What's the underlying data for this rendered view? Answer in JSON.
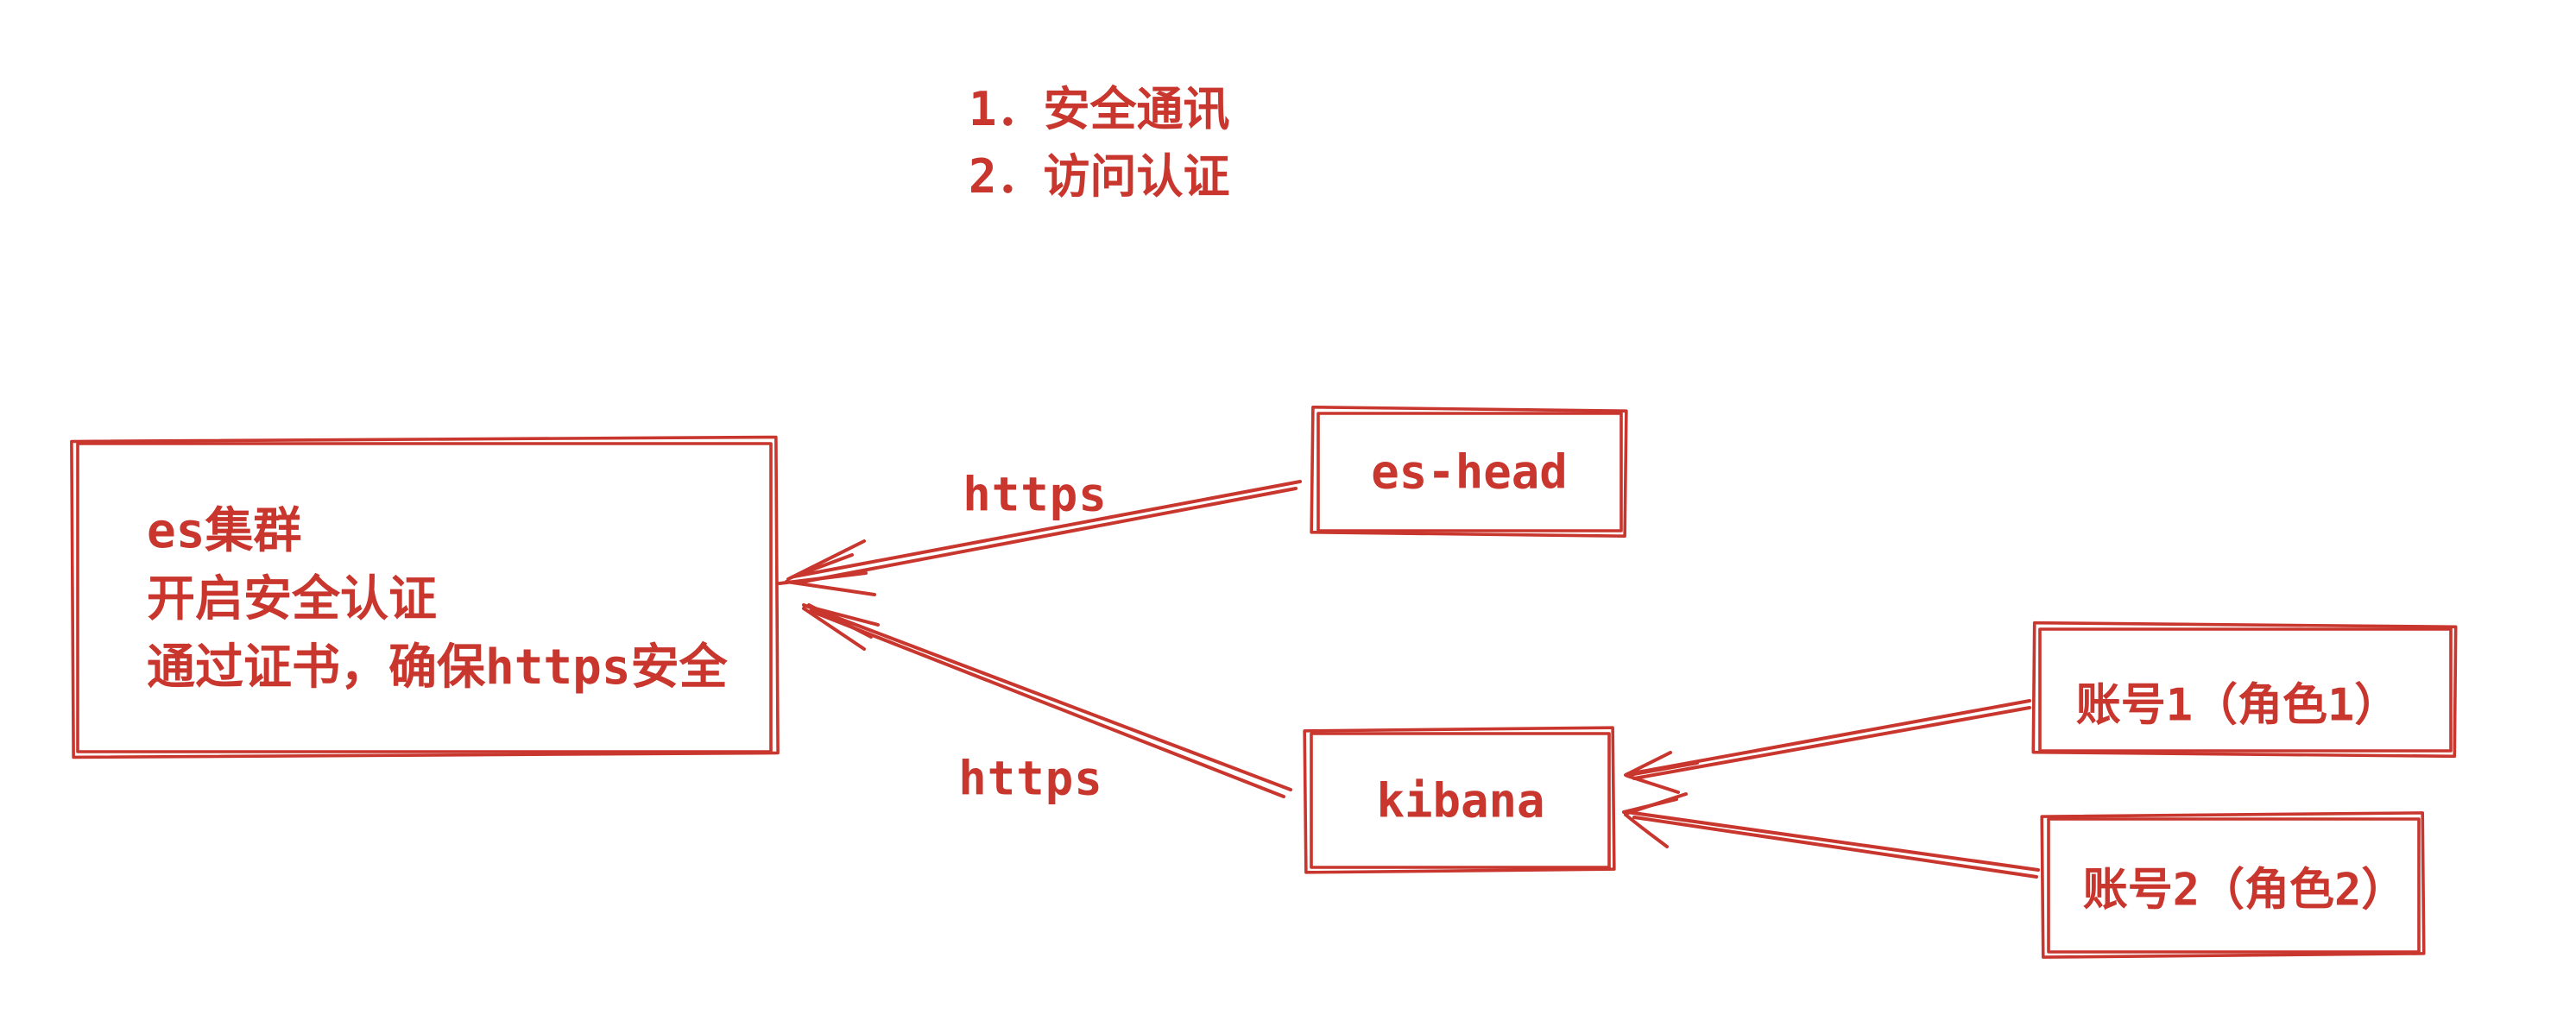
{
  "palette": {
    "ink": "#c8362e",
    "canvas_bg": "#ffffff"
  },
  "notes_list": {
    "items": [
      "1．安全通讯",
      "2．访问认证"
    ]
  },
  "nodes": {
    "es_cluster": {
      "line1": "es集群",
      "line2": "开启安全认证",
      "line3": "通过证书，确保https安全"
    },
    "es_head": {
      "label": "es-head"
    },
    "kibana": {
      "label": "kibana"
    },
    "account1": {
      "label": "账号1（角色1）"
    },
    "account2": {
      "label": "账号2（角色2）"
    }
  },
  "edges": {
    "eshead_to_escluster": {
      "label": "https",
      "from": "es-head",
      "to": "es集群"
    },
    "kibana_to_escluster": {
      "label": "https",
      "from": "kibana",
      "to": "es集群"
    },
    "account1_to_kibana": {
      "from": "账号1（角色1）",
      "to": "kibana"
    },
    "account2_to_kibana": {
      "from": "账号2（角色2）",
      "to": "kibana"
    }
  }
}
